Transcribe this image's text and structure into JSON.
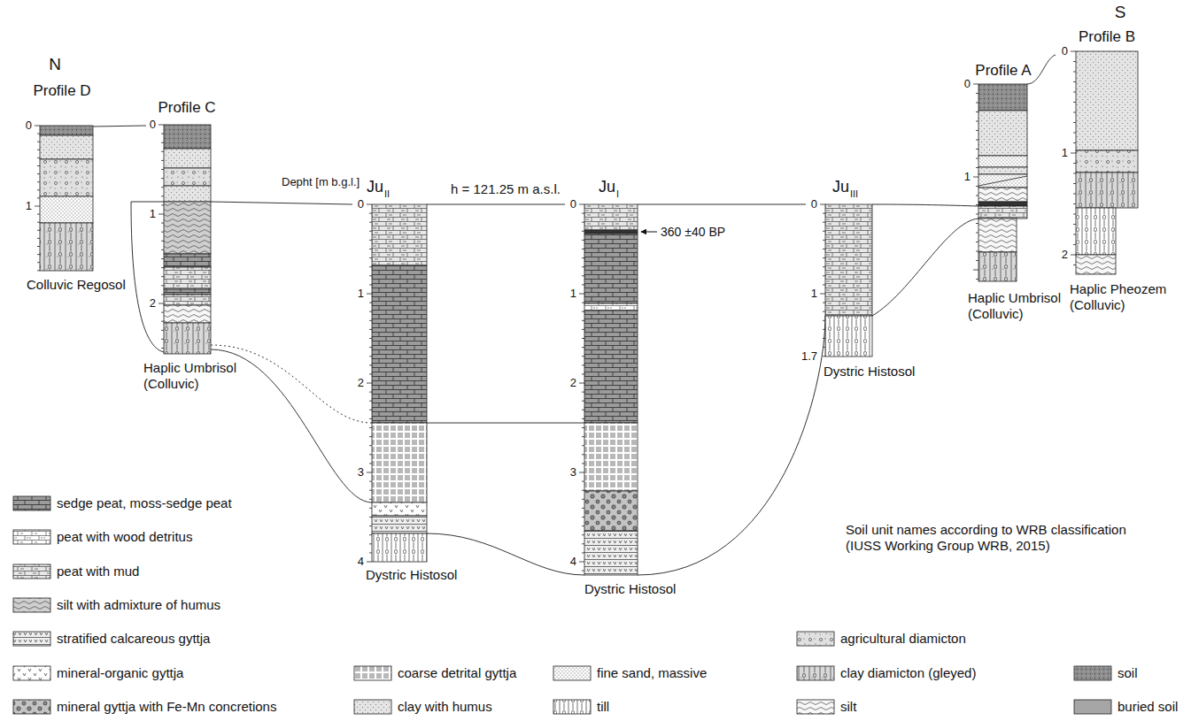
{
  "diagram": {
    "labels": [
      "N",
      "Profile D",
      "0",
      "1",
      "Colluvic Regosol",
      "Profile C",
      "0",
      "1",
      "2",
      "Haplic Umbrisol (Colluvic)",
      "Depht [m b.g.l.]",
      "Ju",
      "II",
      "h = 121.25 m a.s.l.",
      "0",
      "1",
      "2",
      "3",
      "4",
      "Dystric Histosol",
      "Ju",
      "I",
      "0",
      "360 ±40 BP",
      "1",
      "2",
      "3",
      "4",
      "Dystric Histosol",
      "Ju",
      "III",
      "0",
      "1",
      "1.7",
      "Dystric Histosol",
      "S",
      "Profile A",
      "0",
      "1",
      "Haplic Umbrisol (Colluvic)",
      "Profile B",
      "0",
      "1",
      "2",
      "Haplic Pheozem (Colluvic)",
      "Soil unit names according to WRB classification (IUSS Working Group WRB, 2015)"
    ],
    "legend": [
      {
        "text": "sedge peat, moss-sedge peat"
      },
      {
        "text": "peat with wood detritus"
      },
      {
        "text": "peat with mud"
      },
      {
        "text": "silt with admixture of humus"
      },
      {
        "text": "stratified calcareous gyttja"
      },
      {
        "text": "mineral-organic gyttja"
      },
      {
        "text": "mineral gyttja with Fe-Mn concretions"
      },
      {
        "text": "coarse detrital gyttja"
      },
      {
        "text": "clay with humus"
      },
      {
        "text": "fine sand, massive"
      },
      {
        "text": "till"
      },
      {
        "text": "agricultural diamicton"
      },
      {
        "text": "clay diamicton (gleyed)"
      },
      {
        "text": "silt"
      },
      {
        "text": "soil",
        "color": "#8c8c8c"
      },
      {
        "text": "buried soil",
        "color": "#a6a6a6"
      }
    ]
  }
}
